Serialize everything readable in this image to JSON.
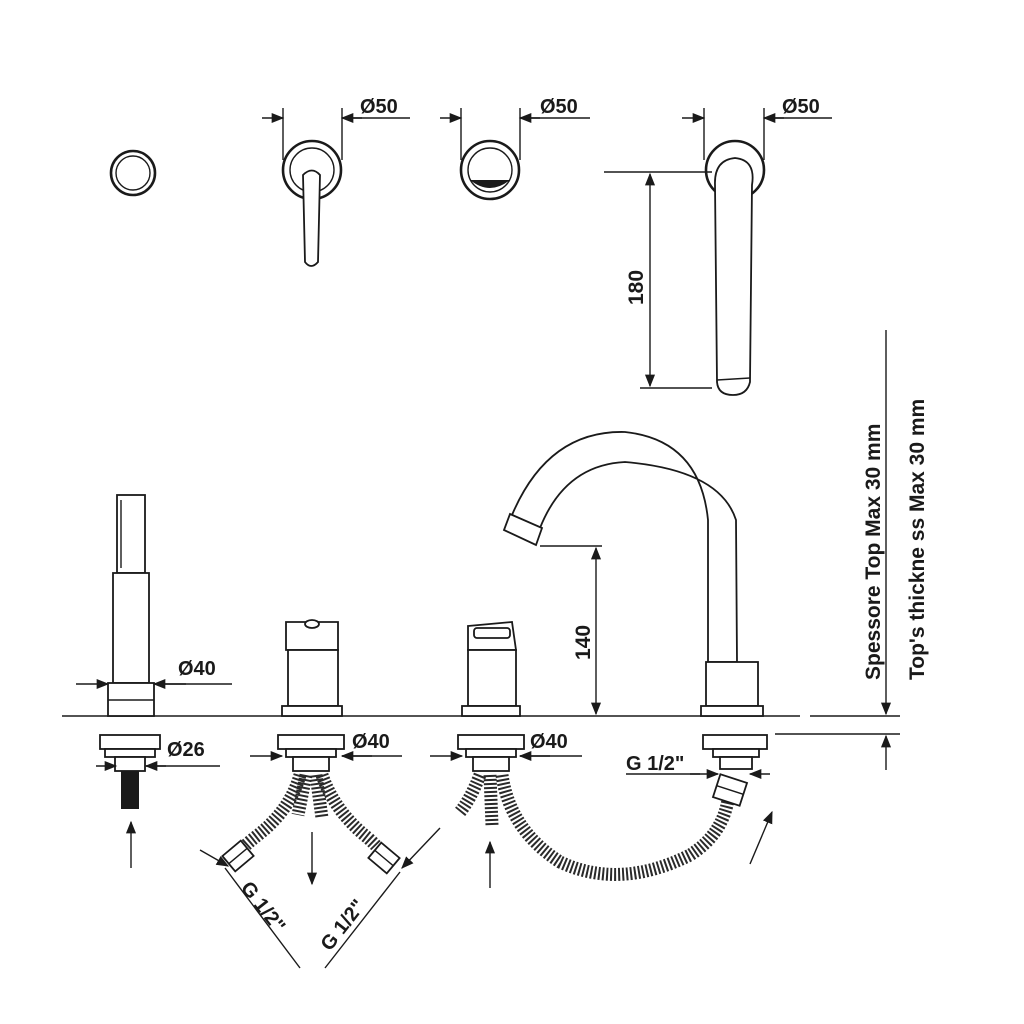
{
  "labels": {
    "dia50_a": "Ø50",
    "dia50_b": "Ø50",
    "dia50_c": "Ø50",
    "h180": "180",
    "h140": "140",
    "dia40_shower": "Ø40",
    "dia26": "Ø26",
    "dia40_mixer": "Ø40",
    "dia40_diverter": "Ø40",
    "g12_spout": "G 1/2\"",
    "g12_left": "G 1/2\"",
    "g12_right": "G 1/2\"",
    "thickness_it": "Spessore Top  Max 30 mm",
    "thickness_en": "Top's thickne ss  Max 30 mm"
  }
}
